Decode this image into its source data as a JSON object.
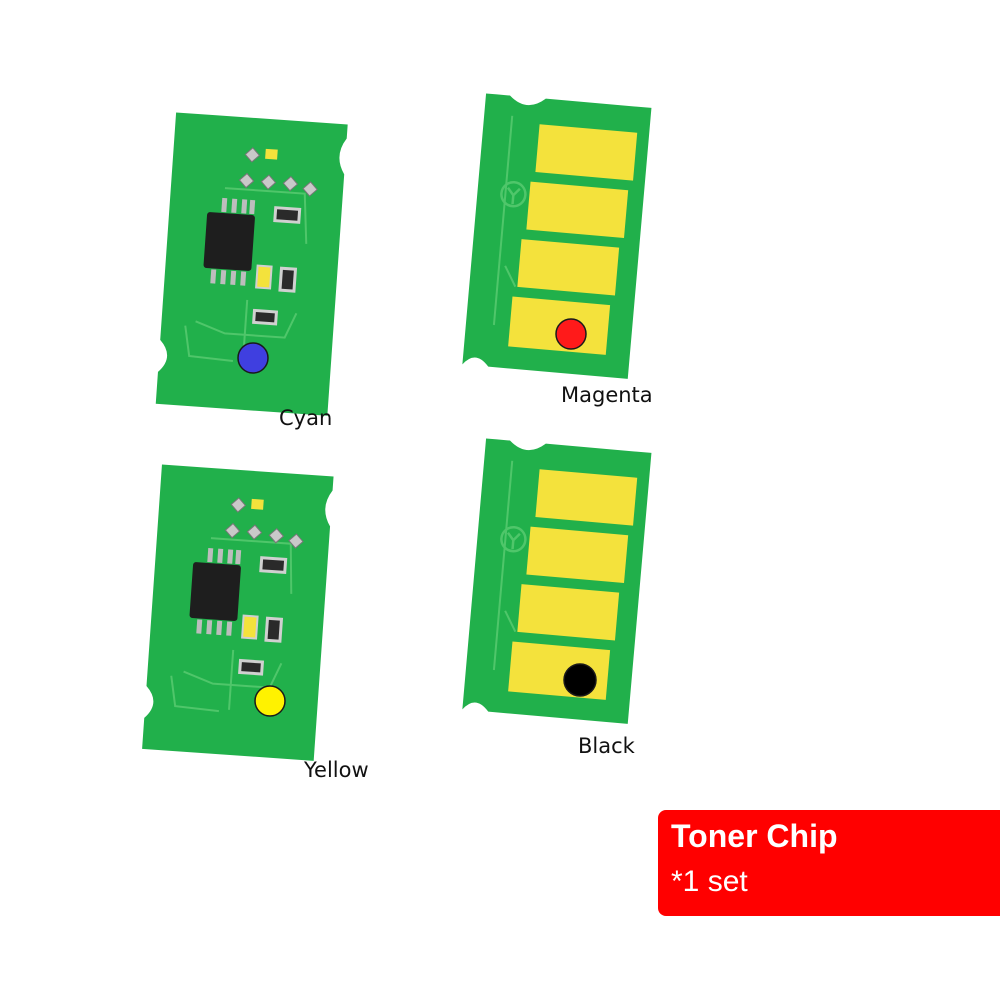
{
  "chips": [
    {
      "id": "cyan",
      "label": "Cyan",
      "dot_color": "#3f3fe0"
    },
    {
      "id": "magenta",
      "label": "Magenta",
      "dot_color": "#ff1a1a"
    },
    {
      "id": "yellow",
      "label": "Yellow",
      "dot_color": "#fff200"
    },
    {
      "id": "black",
      "label": "Black",
      "dot_color": "#000000"
    }
  ],
  "badge": {
    "title": "Toner Chip",
    "subtitle": "*1 set",
    "color": "#ff0000"
  },
  "colors": {
    "pcb_green": "#21b04b",
    "pcb_trace": "#4fc66a",
    "contact_yellow": "#f4e23c",
    "ic_black": "#1e1e1e"
  }
}
